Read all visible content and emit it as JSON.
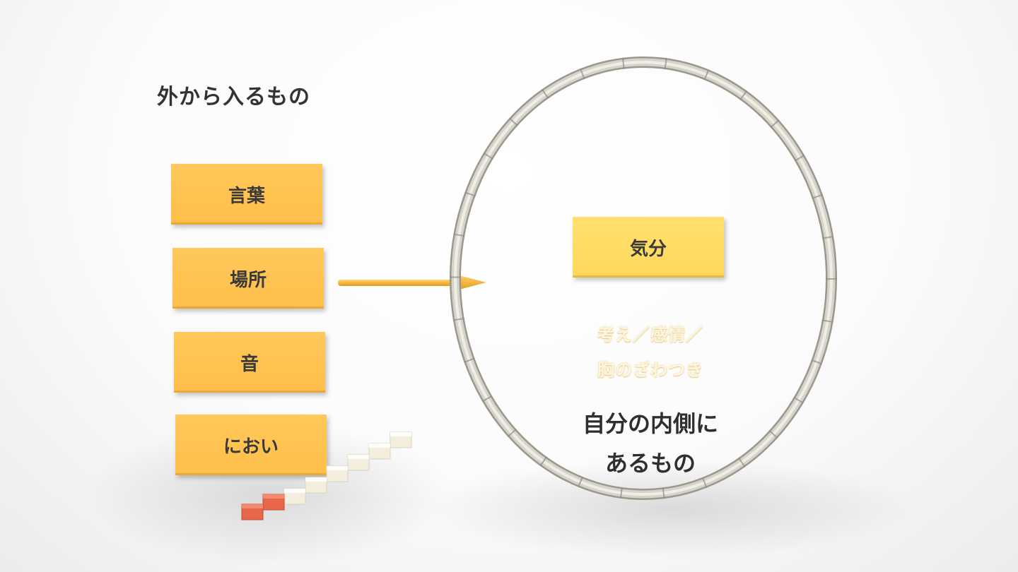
{
  "outside": {
    "heading": "外から入るもの",
    "items": [
      {
        "label": "言葉"
      },
      {
        "label": "場所"
      },
      {
        "label": "音"
      },
      {
        "label": "におい"
      }
    ]
  },
  "inside": {
    "center_box": "気分",
    "faded_line1": "考え／感情／",
    "faded_line2": "胸のざわつき",
    "label_line1": "自分の内側に",
    "label_line2": "あるもの"
  },
  "colors": {
    "box": "#ffbe4a",
    "center_box": "#ffd85a",
    "arrow": "#f5b22a",
    "ring": "#c9c6bc",
    "stairs_light": "#f3ede0",
    "stairs_red": "#e8674a"
  }
}
